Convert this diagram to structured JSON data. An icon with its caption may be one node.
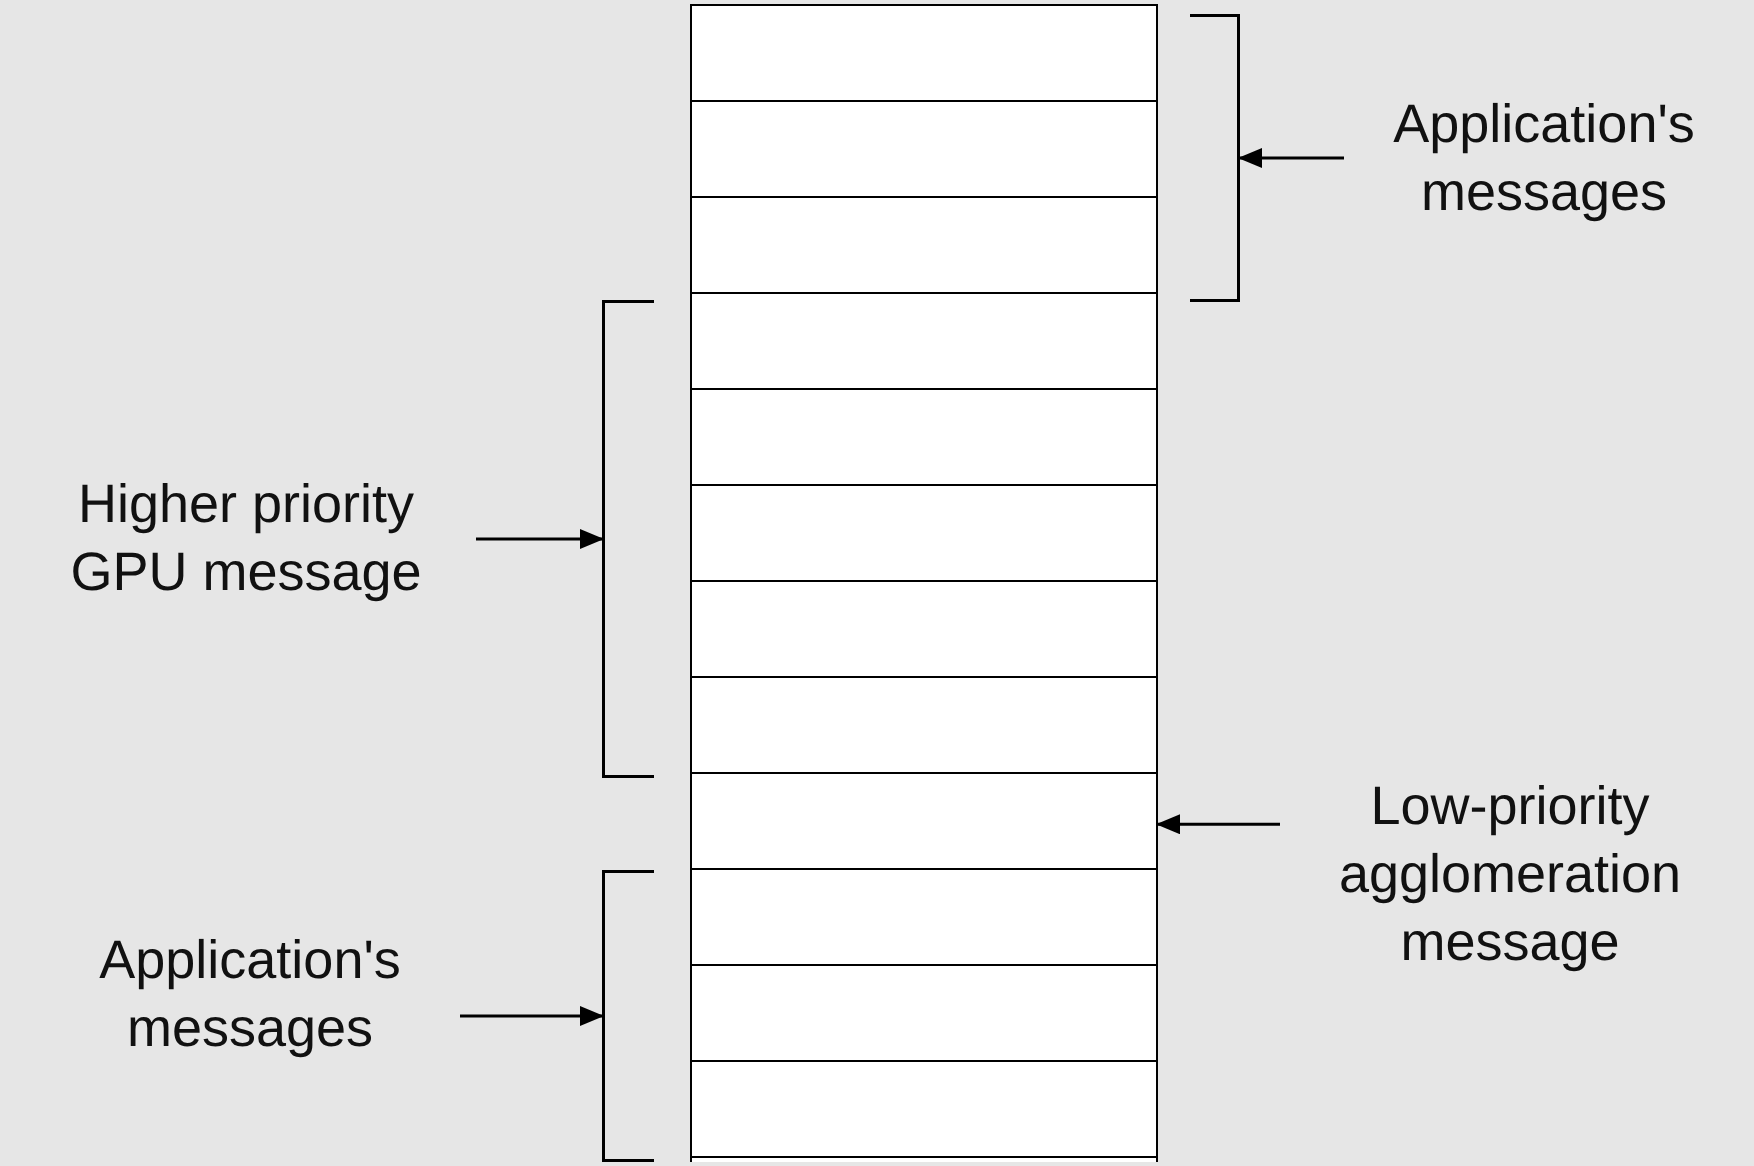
{
  "diagram": {
    "nodes": [
      {
        "text": [],
        "shape": "box"
      },
      {
        "text": [],
        "shape": "box",
        "in": 0
      },
      {
        "text": [],
        "shape": "box",
        "in": 0
      },
      {
        "text": [],
        "shape": "box",
        "in": 0
      },
      {
        "text": [],
        "shape": "box",
        "in": 0
      },
      {
        "text": [],
        "shape": "box",
        "in": 0
      },
      {
        "text": [],
        "shape": "box",
        "in": 0
      },
      {
        "text": [],
        "shape": "box",
        "in": 0
      },
      {
        "text": [],
        "shape": "box",
        "in": 0
      },
      {
        "text": [],
        "shape": "box",
        "in": 0
      },
      {
        "text": [],
        "shape": "box",
        "in": 0
      },
      {
        "text": [],
        "shape": "box",
        "in": 0
      },
      {
        "text": [],
        "shape": "box",
        "in": 0
      },
      {
        "text": [
          "Application's messages"
        ]
      },
      {
        "text": [],
        "shape": "bracket"
      },
      {
        "text": [
          "Higher priority GPU message"
        ]
      },
      {
        "text": [],
        "shape": "bracket"
      },
      {
        "text": [
          "Low-priority agglomeration message"
        ]
      },
      {
        "text": [
          "Application's messages"
        ]
      },
      {
        "text": [],
        "shape": "bracket"
      }
    ],
    "edges": [
      {
        "from": 13,
        "to": 14,
        "arrow": "to"
      },
      {
        "from": 15,
        "to": 16,
        "arrow": "to"
      },
      {
        "from": 17,
        "to": 9,
        "arrow": "to"
      },
      {
        "from": 18,
        "to": 19,
        "arrow": "to"
      }
    ]
  }
}
